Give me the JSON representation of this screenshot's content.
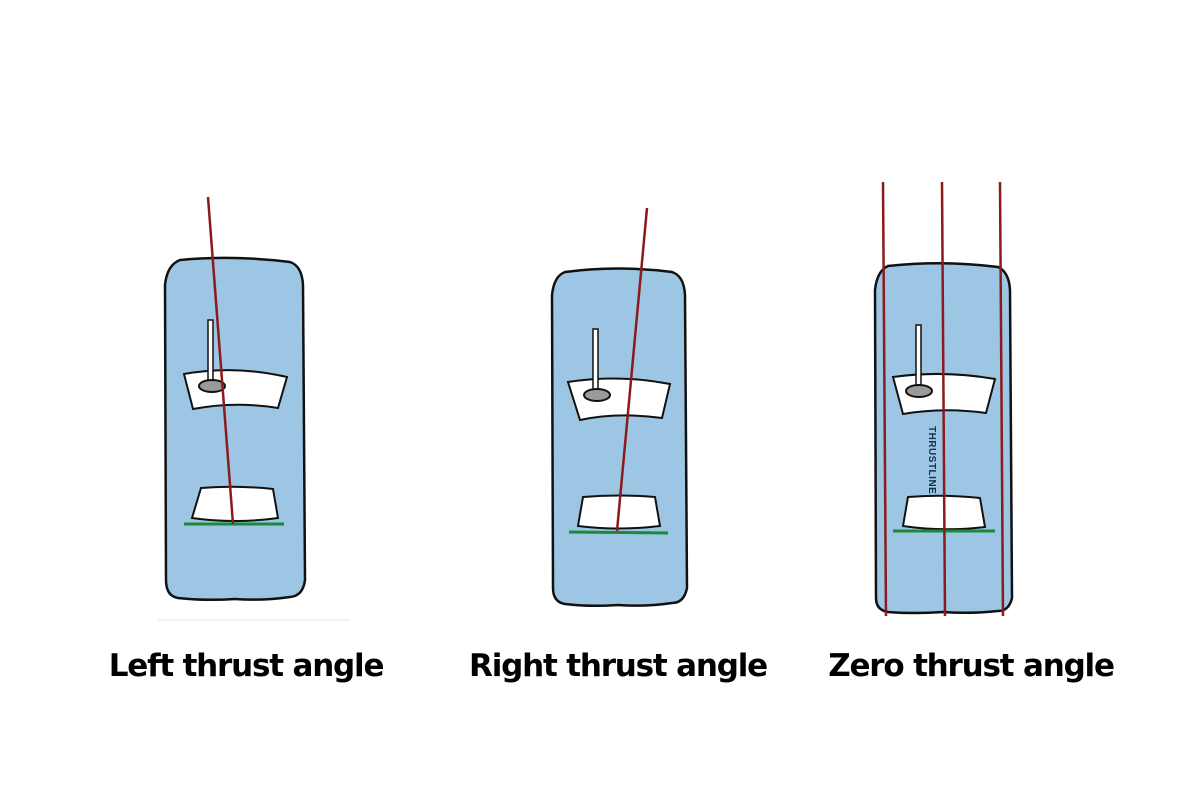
{
  "figure": {
    "colors": {
      "body_fill": "#9dc6e4",
      "outline": "#111111",
      "thrust_line": "#8b1a1a",
      "axle_line": "#1a8a3a",
      "tire_fill": "#8c8c8c",
      "window_fill": "#ffffff",
      "background": "#ffffff"
    },
    "panels": [
      {
        "id": "left",
        "caption": "Left thrust angle",
        "thrust_direction": "left"
      },
      {
        "id": "right",
        "caption": "Right thrust angle",
        "thrust_direction": "right"
      },
      {
        "id": "zero",
        "caption": "Zero thrust angle",
        "thrust_direction": "straight",
        "car_label": "THRUSTLINE"
      }
    ]
  }
}
